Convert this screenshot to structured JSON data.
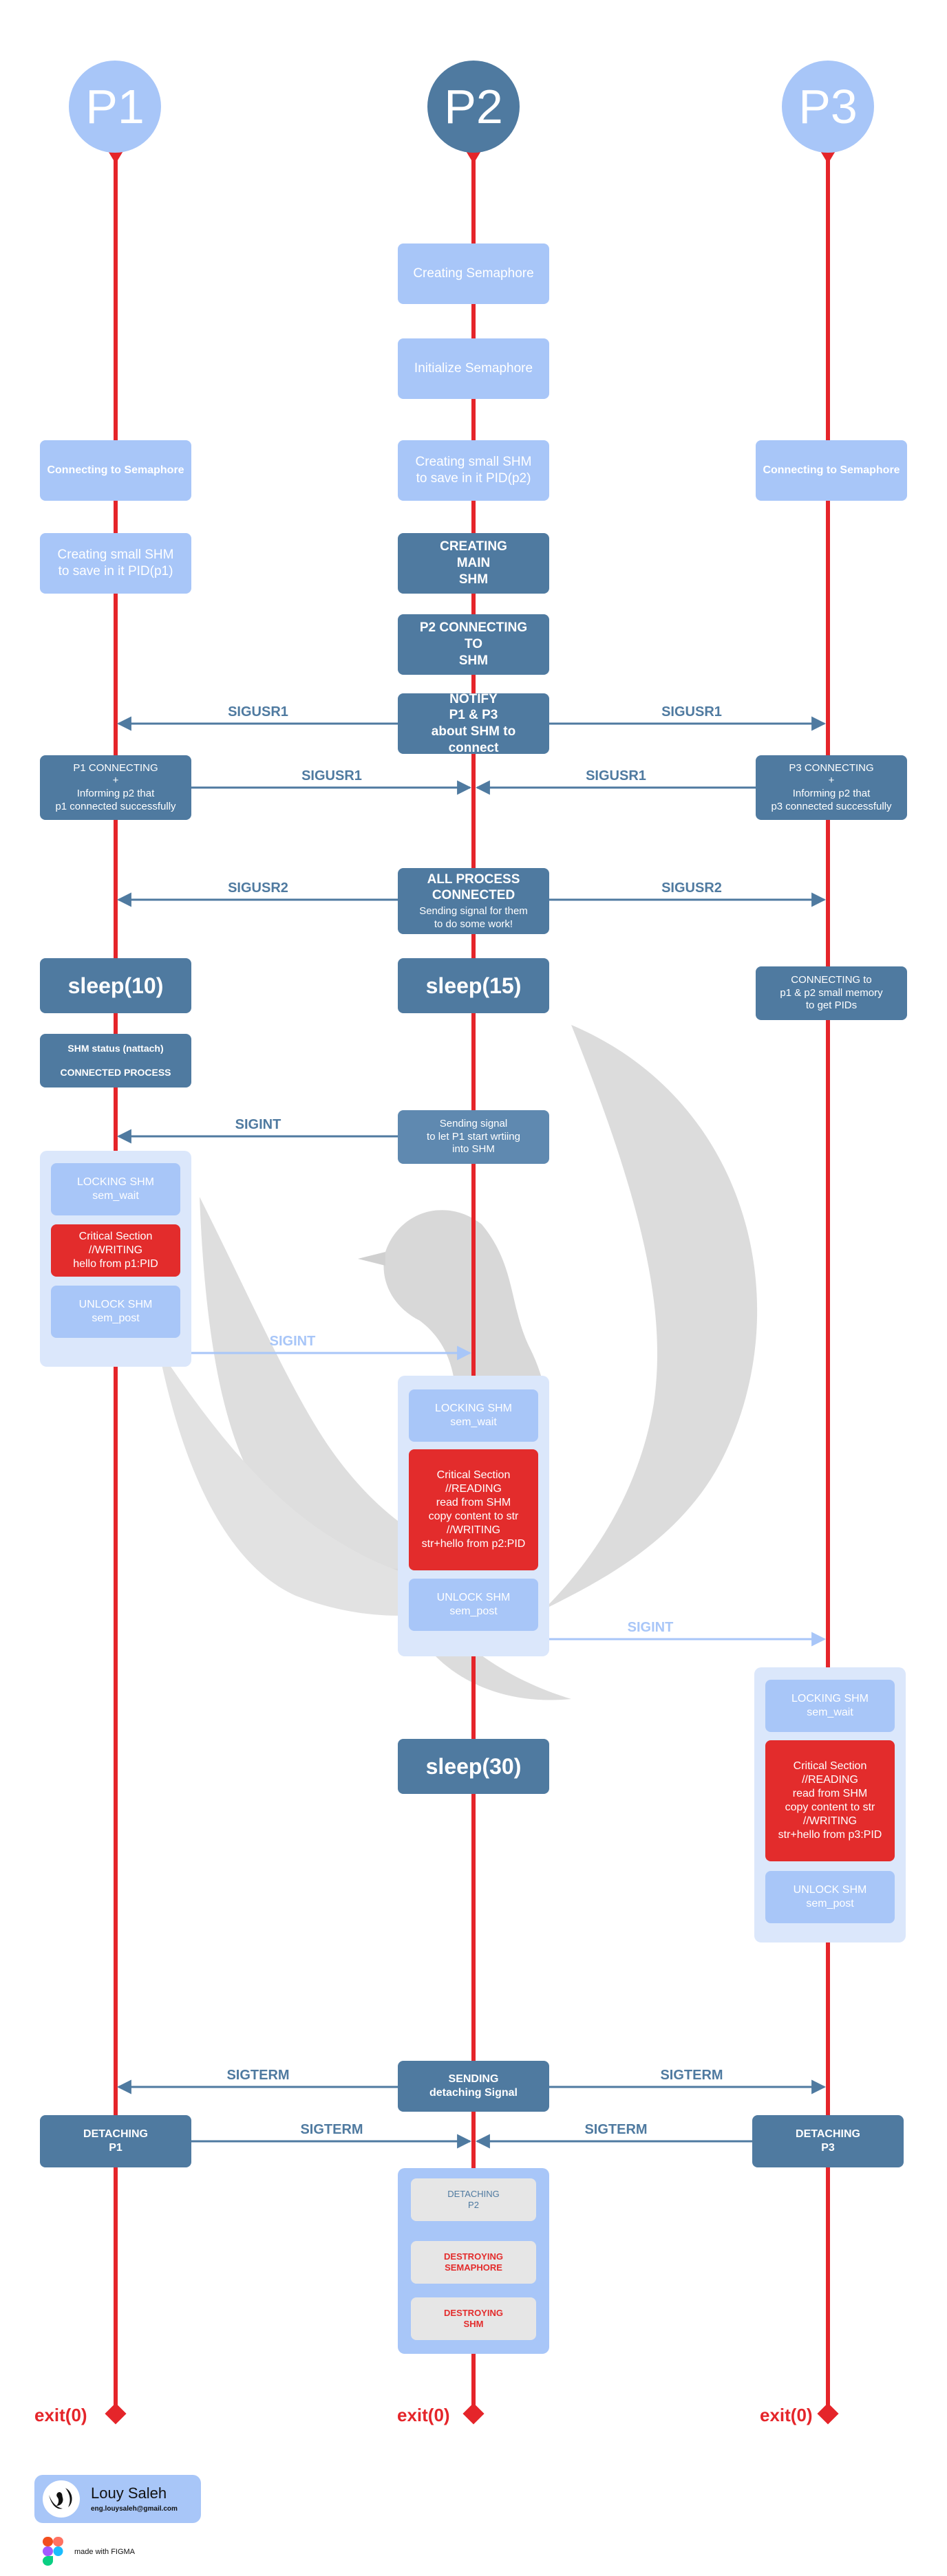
{
  "colors": {
    "lane_line": "#e5252a",
    "light_box": "#a8c6f8",
    "dark_box": "#4f7aa0",
    "critical_box": "#e32c2c",
    "panel_bg": "#dbe7fb",
    "signal_text": "#4f7aa0"
  },
  "processes": {
    "p1": "P1",
    "p2": "P2",
    "p3": "P3"
  },
  "p2_steps": {
    "creating_semaphore": "Creating Semaphore",
    "initialize_semaphore": "Initialize Semaphore",
    "creating_small_shm": "Creating small SHM\nto save in it PID(p2)",
    "creating_main_shm": "CREATING\nMAIN\nSHM",
    "p2_connecting": "P2 CONNECTING\nTO\nSHM",
    "notify": "NOTIFY\nP1 & P3\nabout SHM to connect",
    "all_connected_title": "ALL PROCESS\nCONNECTED",
    "all_connected_sub": "Sending signal for them\nto do some work!",
    "sleep15": "sleep(15)",
    "sending_signal_p1": "Sending signal\nto let P1 start wrtiing\ninto SHM",
    "locking": "LOCKING SHM\nsem_wait",
    "critical": "Critical Section\n//READING\nread from SHM\ncopy content to str\n//WRITING\nstr+hello from p2:PID",
    "unlock": "UNLOCK SHM\nsem_post",
    "sleep30": "sleep(30)",
    "sending_detach": "SENDING\ndetaching Signal",
    "detaching_p2": "DETACHING\nP2",
    "destroying_sem": "DESTROYING\nSEMAPHORE",
    "destroying_shm": "DESTROYING\nSHM",
    "exit": "exit(0)"
  },
  "p1_steps": {
    "connecting_sem": "Connecting to Semaphore",
    "creating_small_shm": "Creating small SHM\nto save in it PID(p1)",
    "p1_connecting": "P1 CONNECTING\n+\nInforming p2  that\np1 connected successfully",
    "sleep10": "sleep(10)",
    "shm_status": "SHM status (nattach)\n\nCONNECTED PROCESS",
    "locking": "LOCKING SHM\nsem_wait",
    "critical": "Critical Section\n//WRITING\nhello from p1:PID",
    "unlock": "UNLOCK SHM\nsem_post",
    "detaching": "DETACHING\nP1",
    "exit": "exit(0)"
  },
  "p3_steps": {
    "connecting_sem": "Connecting to Semaphore",
    "p3_connecting": "P3 CONNECTING\n+\nInforming p2  that\np3 connected successfully",
    "connecting_small": "CONNECTING to\np1 & p2 small memory\nto get PIDs",
    "locking": "LOCKING SHM\nsem_wait",
    "critical": "Critical Section\n//READING\nread from SHM\ncopy content to str\n//WRITING\nstr+hello from p3:PID",
    "unlock": "UNLOCK SHM\nsem_post",
    "detaching": "DETACHING\nP3",
    "exit": "exit(0)"
  },
  "signals": {
    "sigusr1": "SIGUSR1",
    "sigusr2": "SIGUSR2",
    "sigint": "SIGINT",
    "sigterm": "SIGTERM"
  },
  "author": {
    "name": "Louy Saleh",
    "email": "eng.louysaleh@gmail.com",
    "made_with": "made with FIGMA"
  }
}
